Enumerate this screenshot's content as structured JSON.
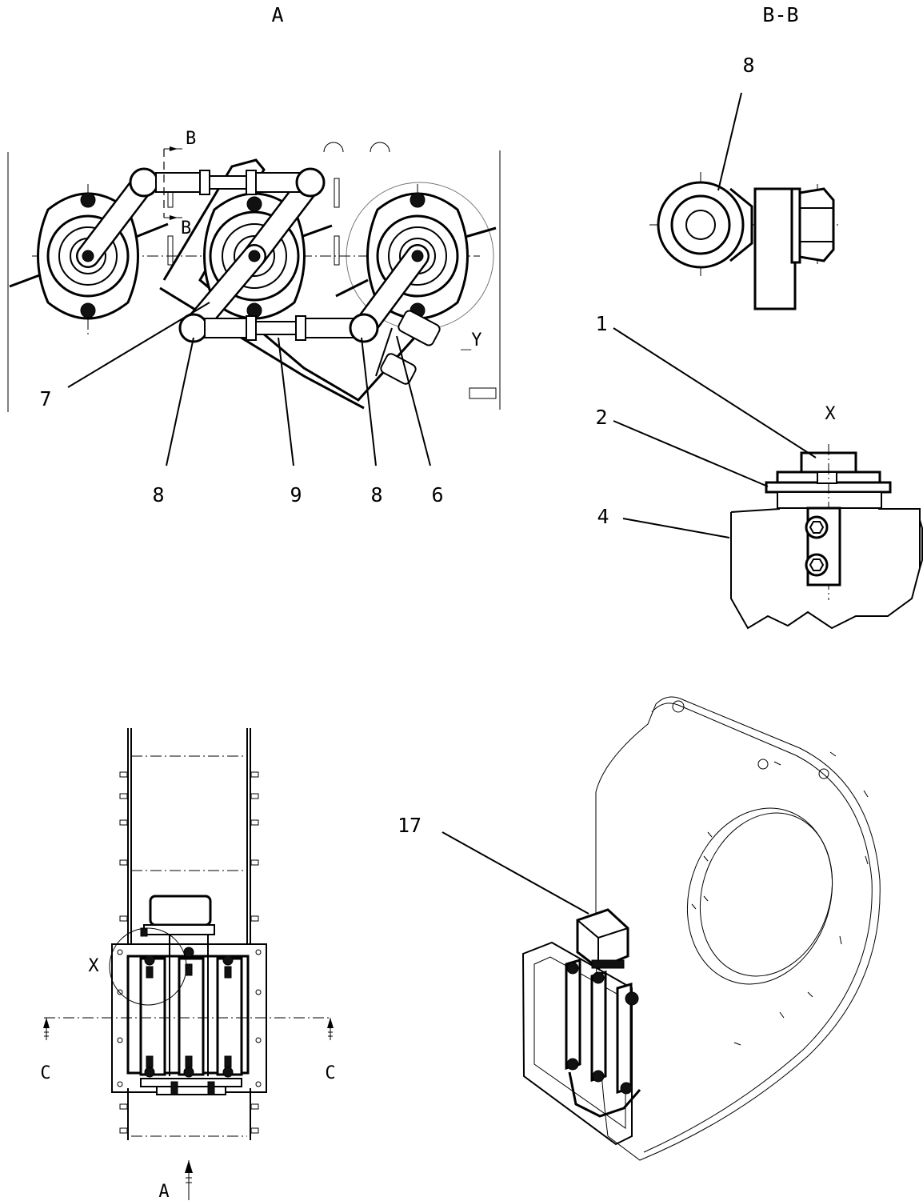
{
  "views": {
    "view_a": {
      "title": "A"
    },
    "view_bb": {
      "title": "B-B"
    },
    "section_c": {
      "label": "C"
    }
  },
  "callouts": {
    "view_a": {
      "section_marker_top": "B",
      "section_marker_bottom": "B",
      "detail_y": "_Y",
      "items": [
        "7",
        "8",
        "9",
        "8",
        "6"
      ]
    },
    "view_bb": {
      "item": "8"
    },
    "detail_x": {
      "title": "X",
      "items": [
        "1",
        "2",
        "4"
      ]
    },
    "bottom_view": {
      "detail_x": "X",
      "section_left": "C",
      "section_right": "C",
      "view_arrow": "A"
    },
    "iso_view": {
      "item": "17"
    }
  }
}
